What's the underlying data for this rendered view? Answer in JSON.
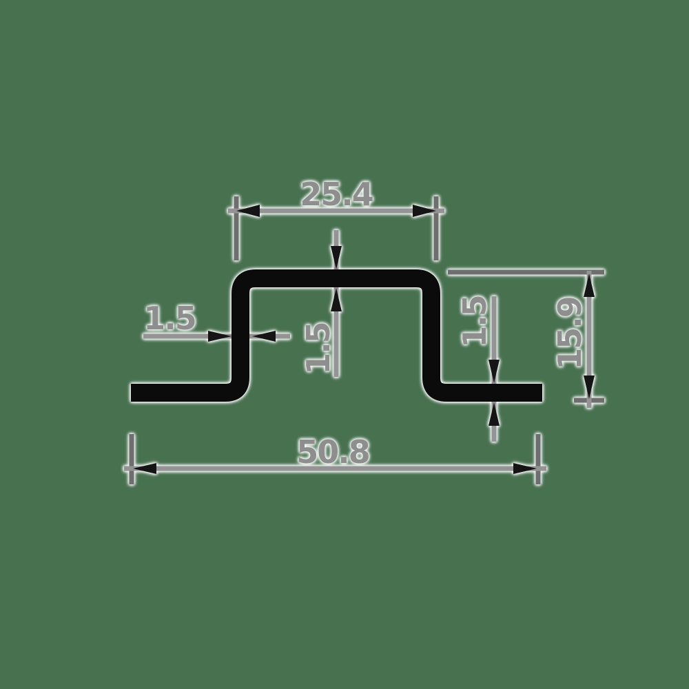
{
  "drawing": {
    "labels": {
      "top_width": "25.4",
      "top_thickness": "1.5",
      "left_thickness": "1.5",
      "right_thickness": "1.5",
      "profile_height": "15.9",
      "bottom_width": "50.8"
    },
    "colors": {
      "background": "#487150",
      "profile": "#0b0b0b",
      "dimension_line": "#949494",
      "extension_line": "#6e6e6e",
      "arrow": "#151515",
      "label_text": "#8e8e8e",
      "halo": "#ffffff"
    }
  }
}
